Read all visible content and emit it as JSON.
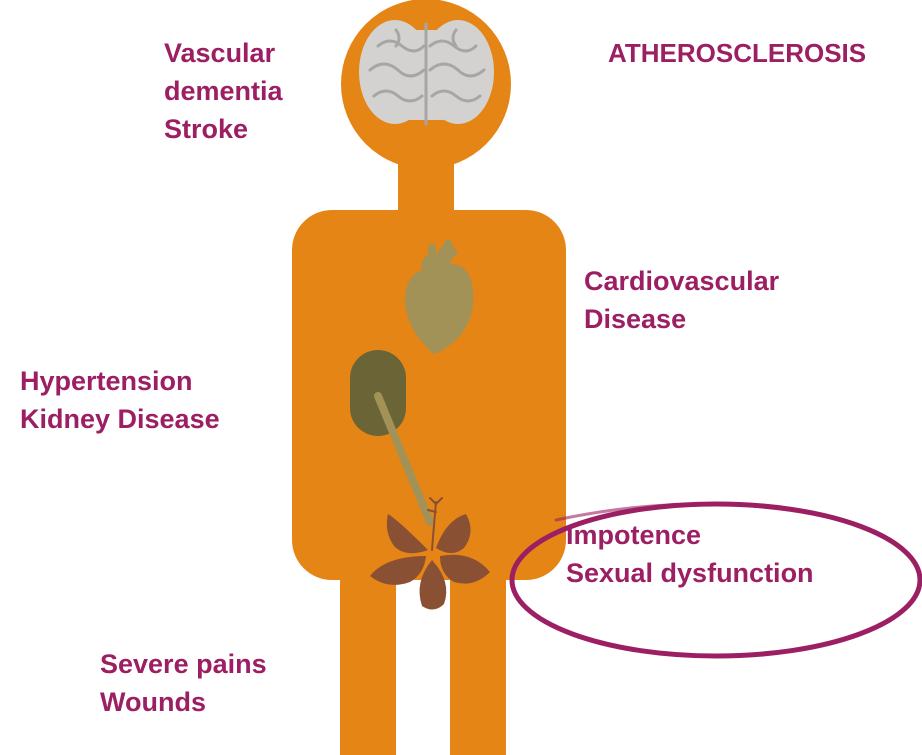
{
  "title": "ATHEROSCLEROSIS",
  "labels": {
    "brain": [
      "Vascular",
      "dementia",
      "Stroke"
    ],
    "heart": [
      "Cardiovascular",
      "Disease"
    ],
    "kidney": [
      "Hypertension",
      "Kidney Disease"
    ],
    "genital": [
      "Impotence",
      "Sexual dysfunction"
    ],
    "legs": [
      "Severe pains",
      "Wounds"
    ]
  },
  "colors": {
    "body": "#e48516",
    "label": "#9c1f63",
    "brain": "#d4d2d0",
    "brain_lines": "#a8a6a4",
    "heart": "#a39258",
    "kidney": "#6b6437",
    "ureter": "#a39258",
    "flower": "#8a5034",
    "highlight_ring": "#9c1f63"
  },
  "icons": {
    "brain": "brain-icon",
    "heart": "heart-icon",
    "kidney": "kidney-icon",
    "flower": "flower-icon"
  }
}
